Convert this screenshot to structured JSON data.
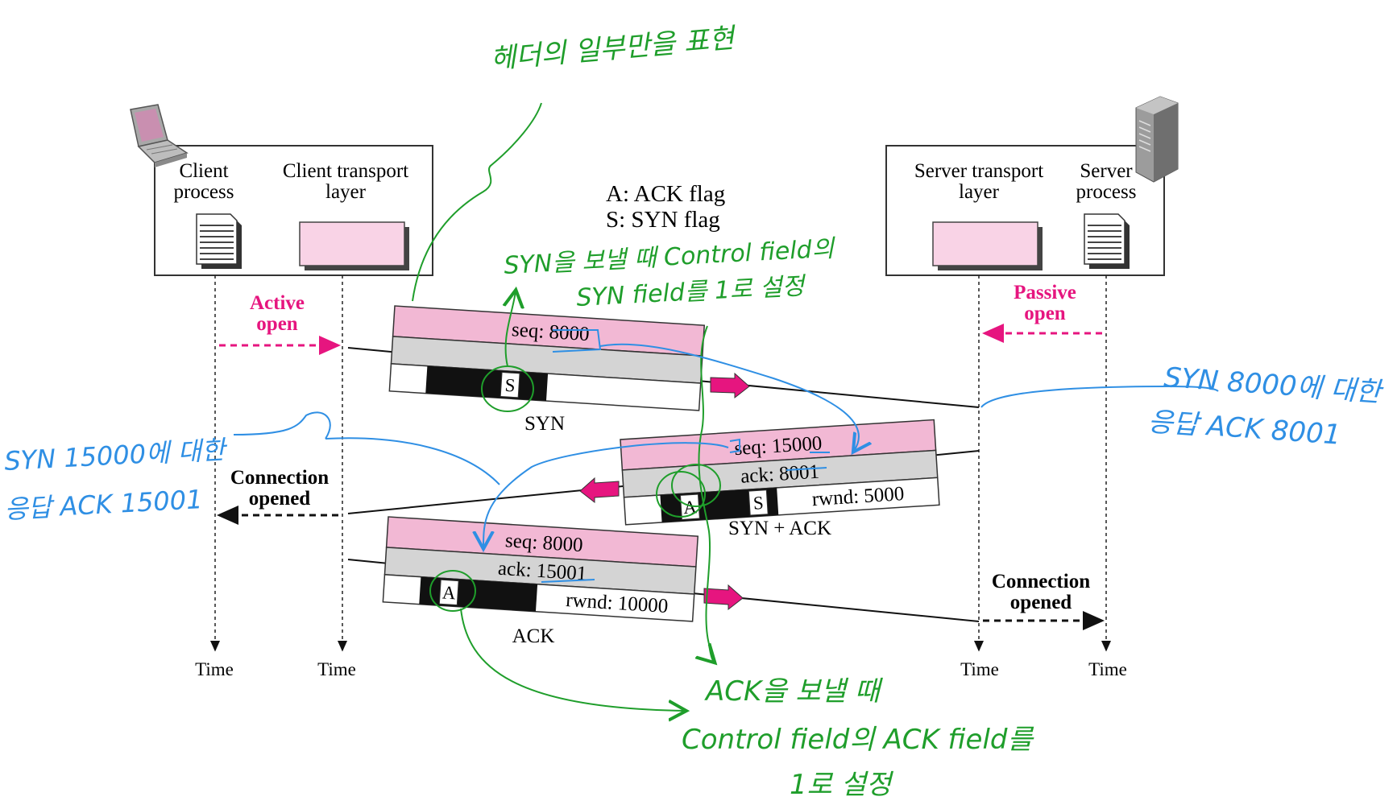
{
  "colors": {
    "accent_magenta": "#e6157f",
    "segment_header": "#f2b8d4",
    "segment_gray": "#d4d4d4",
    "box_pink": "#f9d3e6",
    "annotation_green": "#1f9e2b",
    "annotation_blue": "#2f8fe4",
    "flag_black": "#111111"
  },
  "client_box": {
    "process_label_line1": "Client",
    "process_label_line2": "process",
    "transport_label_line1": "Client transport",
    "transport_label_line2": "layer",
    "icon": "laptop-icon"
  },
  "server_box": {
    "transport_label_line1": "Server transport",
    "transport_label_line2": "layer",
    "process_label_line1": "Server",
    "process_label_line2": "process",
    "icon": "server-tower-icon"
  },
  "legend": {
    "line1": "A: ACK flag",
    "line2": "S: SYN flag"
  },
  "active_open": {
    "line1": "Active",
    "line2": "open"
  },
  "passive_open": {
    "line1": "Passive",
    "line2": "open"
  },
  "segments": {
    "syn": {
      "seq": "seq: 8000",
      "flag": "S",
      "label": "SYN"
    },
    "synack": {
      "seq": "seq: 15000",
      "ack": "ack: 8001",
      "flag_a": "A",
      "flag_s": "S",
      "rwnd": "rwnd: 5000",
      "label": "SYN + ACK"
    },
    "ack": {
      "seq": "seq: 8000",
      "ack": "ack: 15001",
      "flag_a": "A",
      "rwnd": "rwnd: 10000",
      "label": "ACK"
    }
  },
  "connection_opened_client": {
    "line1": "Connection",
    "line2": "opened"
  },
  "connection_opened_server": {
    "line1": "Connection",
    "line2": "opened"
  },
  "time_labels": [
    "Time",
    "Time",
    "Time",
    "Time"
  ],
  "annotations": {
    "header_note": "헤더의 일부만을 표현",
    "syn_note_line1": "SYN을 보낼 때 Control field의",
    "syn_note_line2": "SYN field를 1로 설정",
    "server_note_line1": "SYN 8000에 대한",
    "server_note_line2": "응답 ACK 8001",
    "client_note_line1": "SYN 15000에 대한",
    "client_note_line2": "응답 ACK 15001",
    "ack_note_line1": "ACK을 보낼 때",
    "ack_note_line2": "Control field의 ACK field를",
    "ack_note_line3": "1로 설정"
  }
}
